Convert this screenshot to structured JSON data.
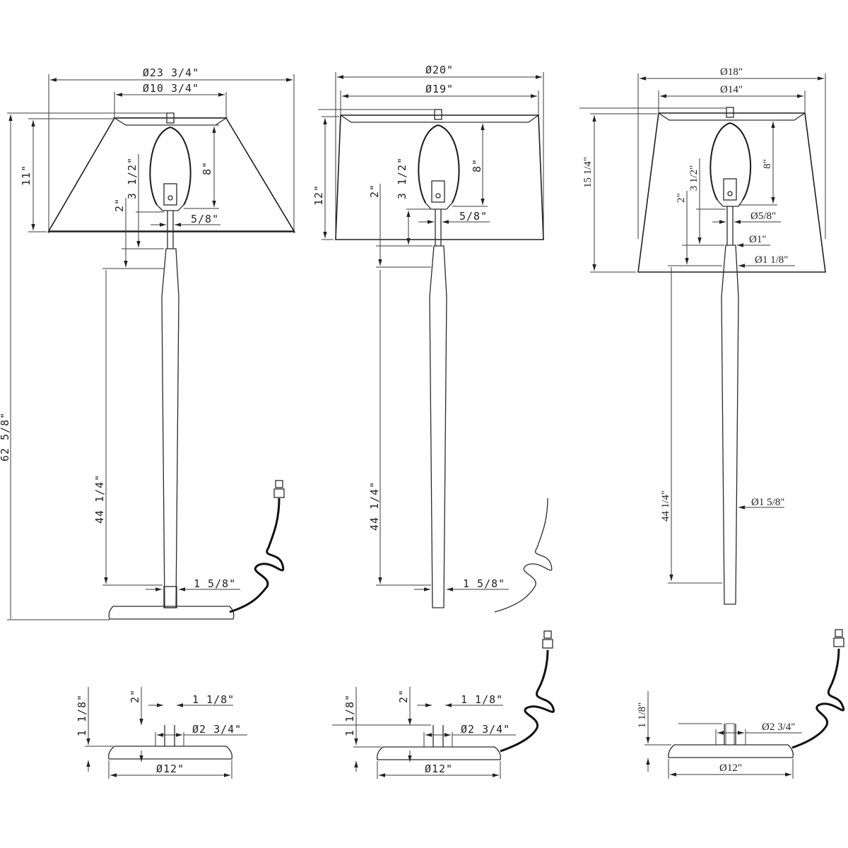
{
  "diagram": {
    "title": "Floor lamp dimension drawings",
    "lamps": [
      {
        "id": "lamp-1",
        "shade_bottom_diameter": "Ø23 3/4\"",
        "shade_top_diameter": "Ø10 3/4\"",
        "shade_height": "11\"",
        "harp_height": "8\"",
        "socket_to_shade_bottom": "3 1/2\"",
        "neck_height": "2\"",
        "neck_width": "5/8\"",
        "total_height": "62 5/8\"",
        "pole_height": "44 1/4\"",
        "pole_diameter": "1 5/8\"",
        "pole_bottom_diameter": "1 1/8\"",
        "collar_height": "2\"",
        "collar_diameter": "Ø2 3/4\"",
        "base_height": "1 1/8\"",
        "base_diameter": "Ø12\""
      },
      {
        "id": "lamp-2",
        "shade_bottom_diameter": "Ø20\"",
        "shade_top_diameter": "Ø19\"",
        "shade_height": "12\"",
        "harp_height": "8\"",
        "socket_to_shade_bottom": "3 1/2\"",
        "neck_height": "2\"",
        "neck_width": "5/8\"",
        "pole_height": "44 1/4\"",
        "pole_diameter": "1 5/8\"",
        "pole_bottom_diameter": "1 1/8\"",
        "collar_height": "2\"",
        "collar_diameter": "Ø2 3/4\"",
        "base_height": "1 1/8\"",
        "base_diameter": "Ø12\""
      },
      {
        "id": "lamp-3",
        "shade_bottom_diameter": "Ø18\"",
        "shade_top_diameter": "Ø14\"",
        "shade_height": "15 1/4\"",
        "harp_height": "8\"",
        "socket_to_shade_bottom": "3 1/2\"",
        "neck_height": "2\"",
        "neck_diameter": "Ø5/8\"",
        "neck_collar_diameter": "Ø1\"",
        "pole_top_diameter": "Ø1 1/8\"",
        "pole_height": "44 1/4\"",
        "pole_diameter": "Ø1 5/8\"",
        "collar_diameter": "Ø2 3/4\"",
        "base_height": "1 1/8\"",
        "base_diameter": "Ø12\""
      }
    ]
  }
}
